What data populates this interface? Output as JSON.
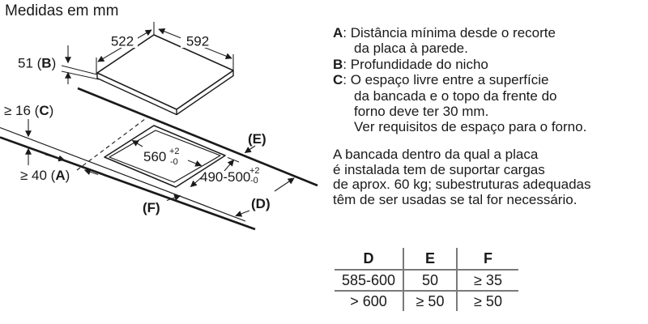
{
  "title": "Medidas em mm",
  "diagram": {
    "width_522": "522",
    "width_592": "592",
    "niche_depth": {
      "pre": "51 (",
      "letter": "B",
      "post": ")"
    },
    "thickness": {
      "pre": "≥ 16 (",
      "letter": "C",
      "post": ")"
    },
    "wall_distance": {
      "pre": "≥ 40 (",
      "letter": "A",
      "post": ")"
    },
    "cutout_width": {
      "value": "560",
      "tol_plus": "+2",
      "tol_minus": "-0"
    },
    "cutout_depth": {
      "value": "490-500",
      "tol_plus": "+2",
      "tol_minus": "-0"
    },
    "label_e": "(E)",
    "label_d": "(D)",
    "label_f": "(F)"
  },
  "legend": {
    "a": {
      "letter": "A",
      "sep": ": ",
      "line1": "Distância mínima desde o recorte",
      "line2": "da placa à parede."
    },
    "b": {
      "letter": "B",
      "sep": ": ",
      "line1": "Profundidade do nicho"
    },
    "c": {
      "letter": "C",
      "sep": ": ",
      "line1": "O espaço livre entre a superfície",
      "line2": "da bancada e o topo da frente do",
      "line3": "forno deve ter 30 mm.",
      "line4": "Ver requisitos de espaço para o forno."
    }
  },
  "paragraph": {
    "line1": "A bancada dentro da qual a placa",
    "line2": "é instalada tem de suportar cargas",
    "line3": "de aprox. 60 kg; subestruturas adequadas",
    "line4": "têm de ser usadas se tal for necessário."
  },
  "table": {
    "headers": [
      "D",
      "E",
      "F"
    ],
    "rows": [
      [
        "585-600",
        "50",
        "≥ 35"
      ],
      [
        "> 600",
        "≥ 50",
        "≥ 50"
      ]
    ]
  },
  "colors": {
    "ink": "#1a1a1a",
    "table_line": "#7a7a7a"
  }
}
